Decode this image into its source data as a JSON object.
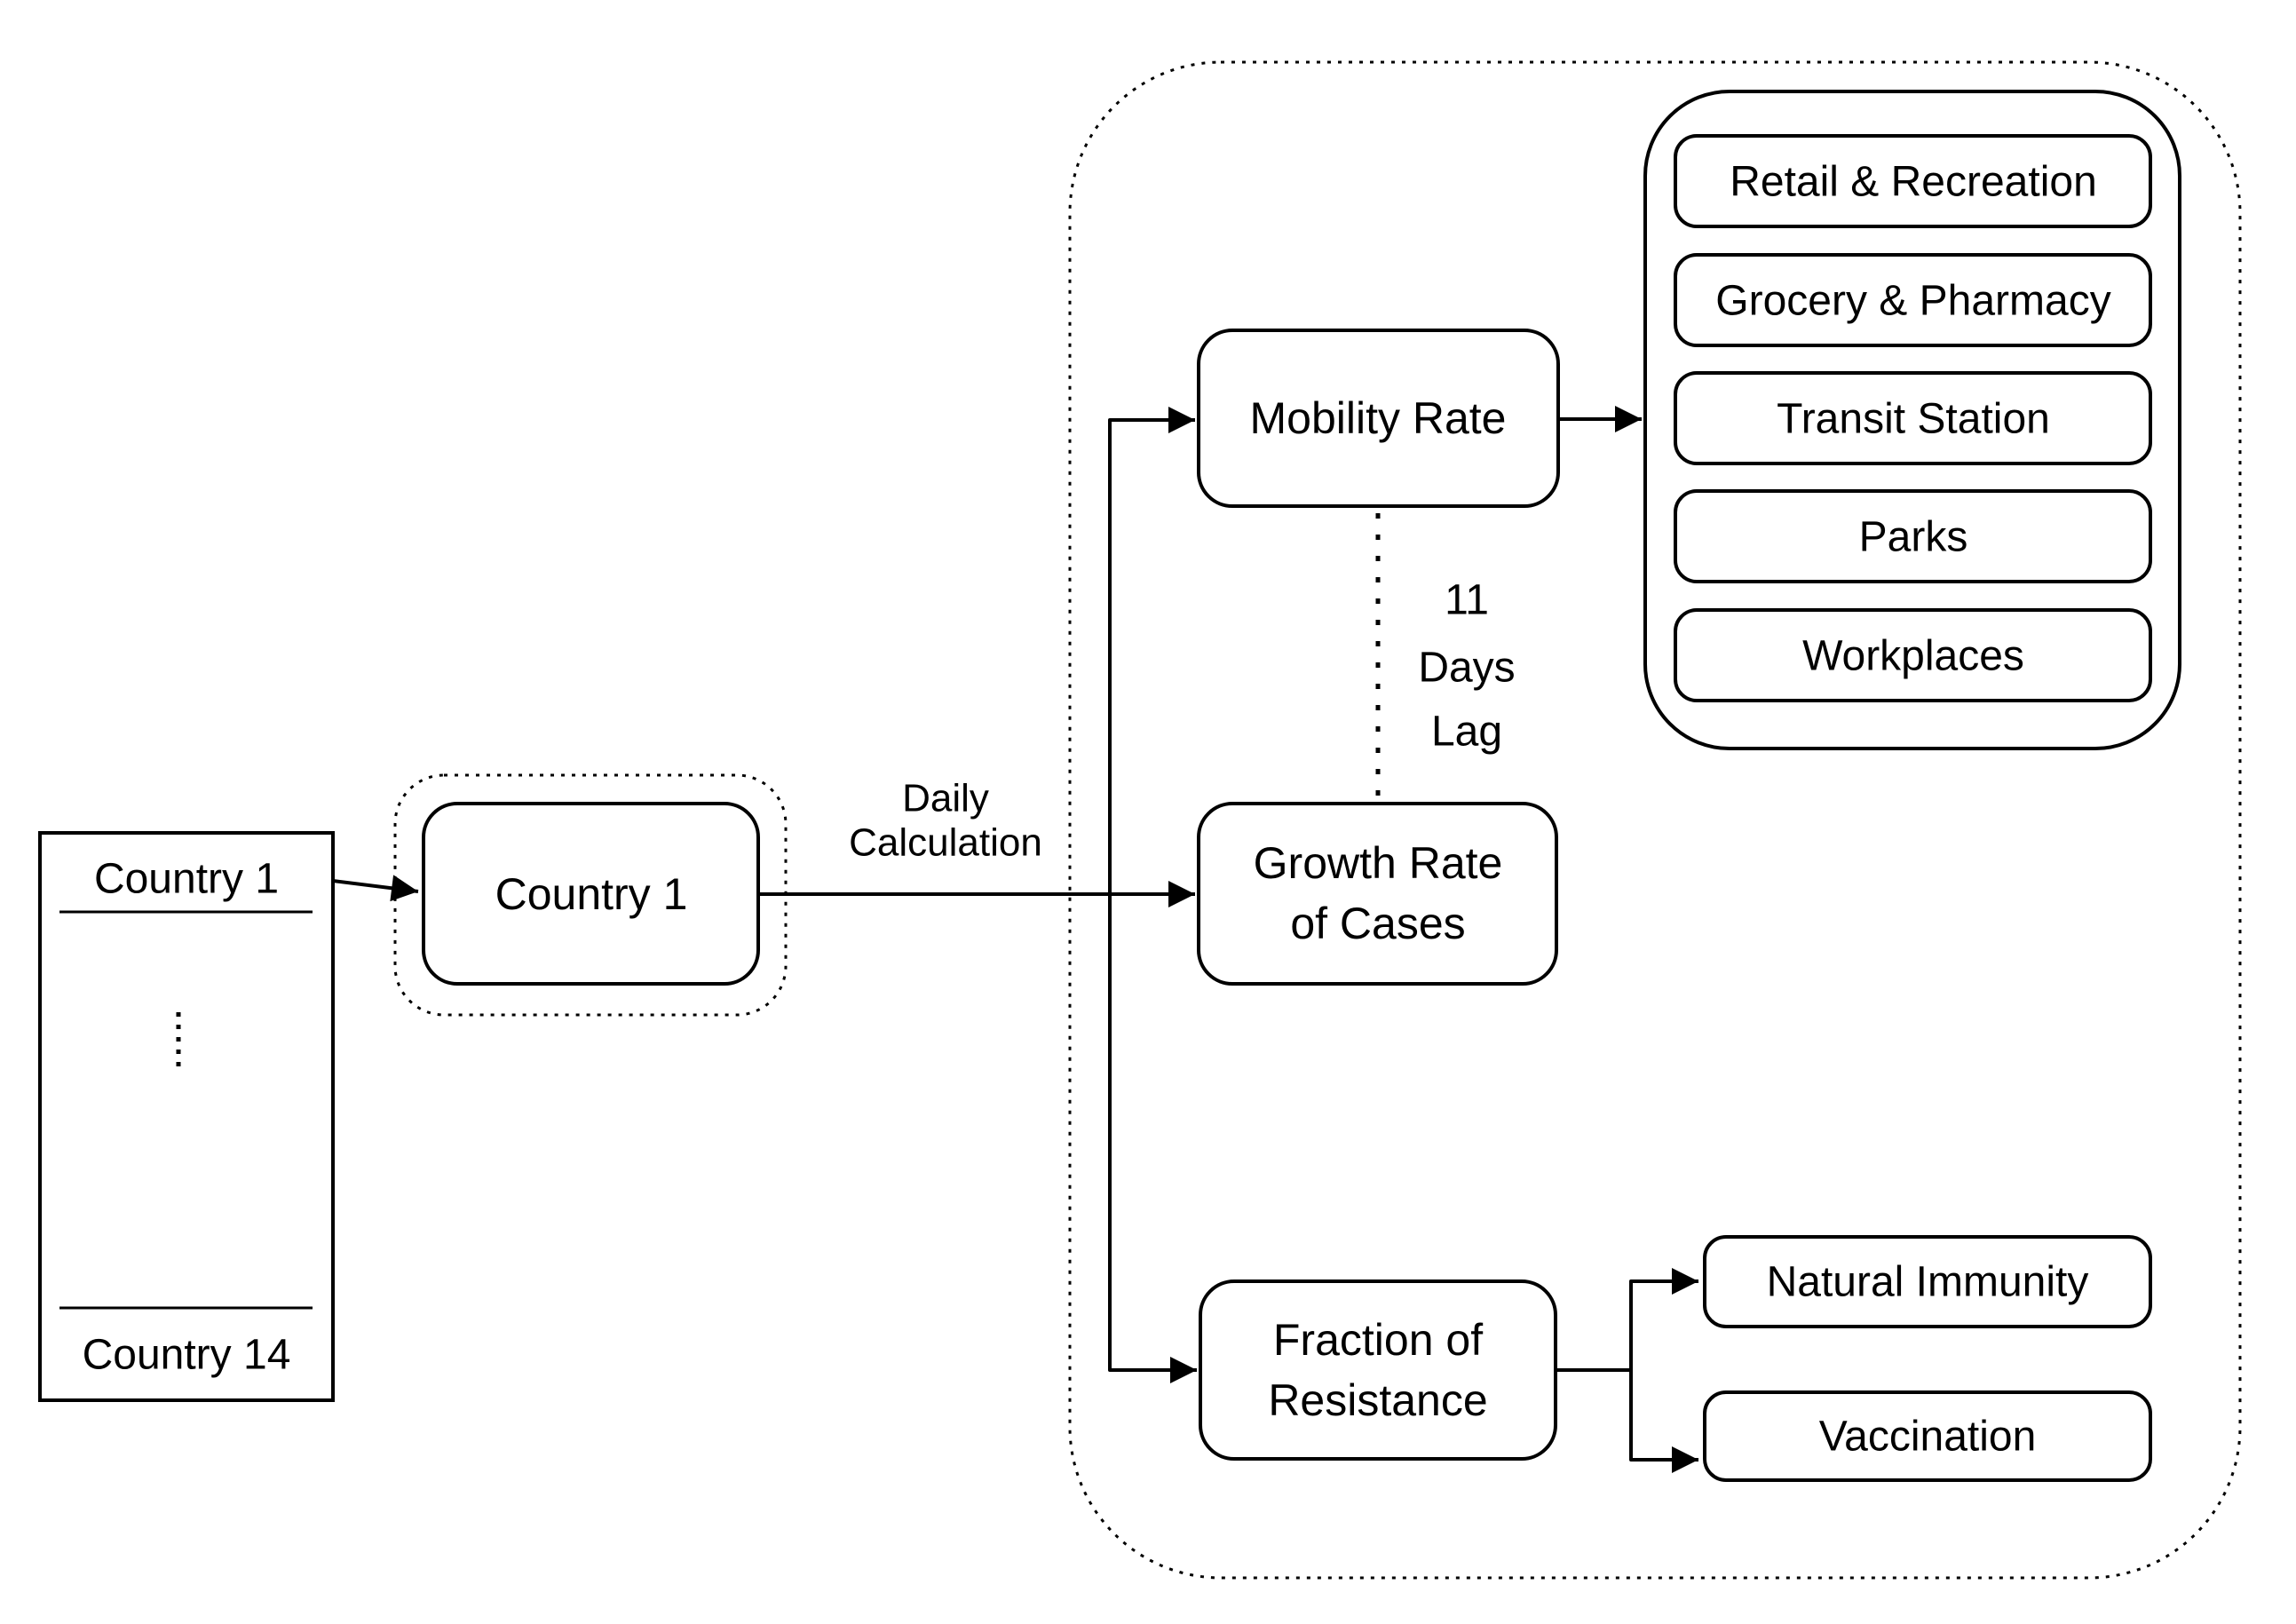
{
  "diagram": {
    "colors": {
      "line": "#000000",
      "background": "#ffffff"
    },
    "country_list": {
      "first": "Country 1",
      "last": "Country 14"
    },
    "country_group": {
      "node_label": "Country 1"
    },
    "edge_labels": {
      "daily_calculation": {
        "line1": "Daily",
        "line2": "Calculation"
      },
      "lag": {
        "line1": "11",
        "line2": "Days",
        "line3": "Lag"
      }
    },
    "nodes": {
      "mobility_rate": {
        "label": "Mobility Rate"
      },
      "growth_rate": {
        "line1": "Growth Rate",
        "line2": "of Cases"
      },
      "fraction_resistance": {
        "line1": "Fraction of",
        "line2": "Resistance"
      },
      "natural_immunity": {
        "label": "Natural Immunity"
      },
      "vaccination": {
        "label": "Vaccination"
      }
    },
    "mobility_categories": [
      "Retail & Recreation",
      "Grocery & Pharmacy",
      "Transit Station",
      "Parks",
      "Workplaces"
    ]
  }
}
